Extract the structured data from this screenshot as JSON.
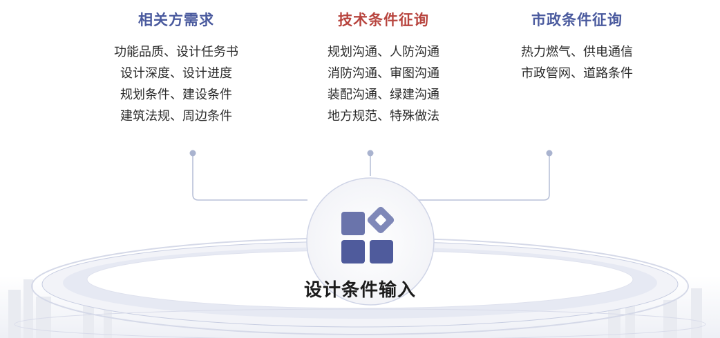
{
  "columns": [
    {
      "title": "相关方需求",
      "color": "#4a5a9e",
      "items": [
        "功能品质、设计任务书",
        "设计深度、设计进度",
        "规划条件、建设条件",
        "建筑法规、周边条件"
      ]
    },
    {
      "title": "技术条件征询",
      "color": "#b8453f",
      "items": [
        "规划沟通、人防沟通",
        "消防沟通、审图沟通",
        "装配沟通、绿建沟通",
        "地方规范、特殊做法"
      ]
    },
    {
      "title": "市政条件征询",
      "color": "#4a5a9e",
      "items": [
        "热力燃气、供电通信",
        "市政管网、道路条件"
      ]
    }
  ],
  "center": {
    "label": "设计条件输入",
    "icon": "app-grid-icon",
    "icon_color": "#4f5b9c"
  },
  "colors": {
    "connector": "#b9c1d8",
    "ring": "#cfd4e6",
    "dot": "#a9b3cf"
  }
}
